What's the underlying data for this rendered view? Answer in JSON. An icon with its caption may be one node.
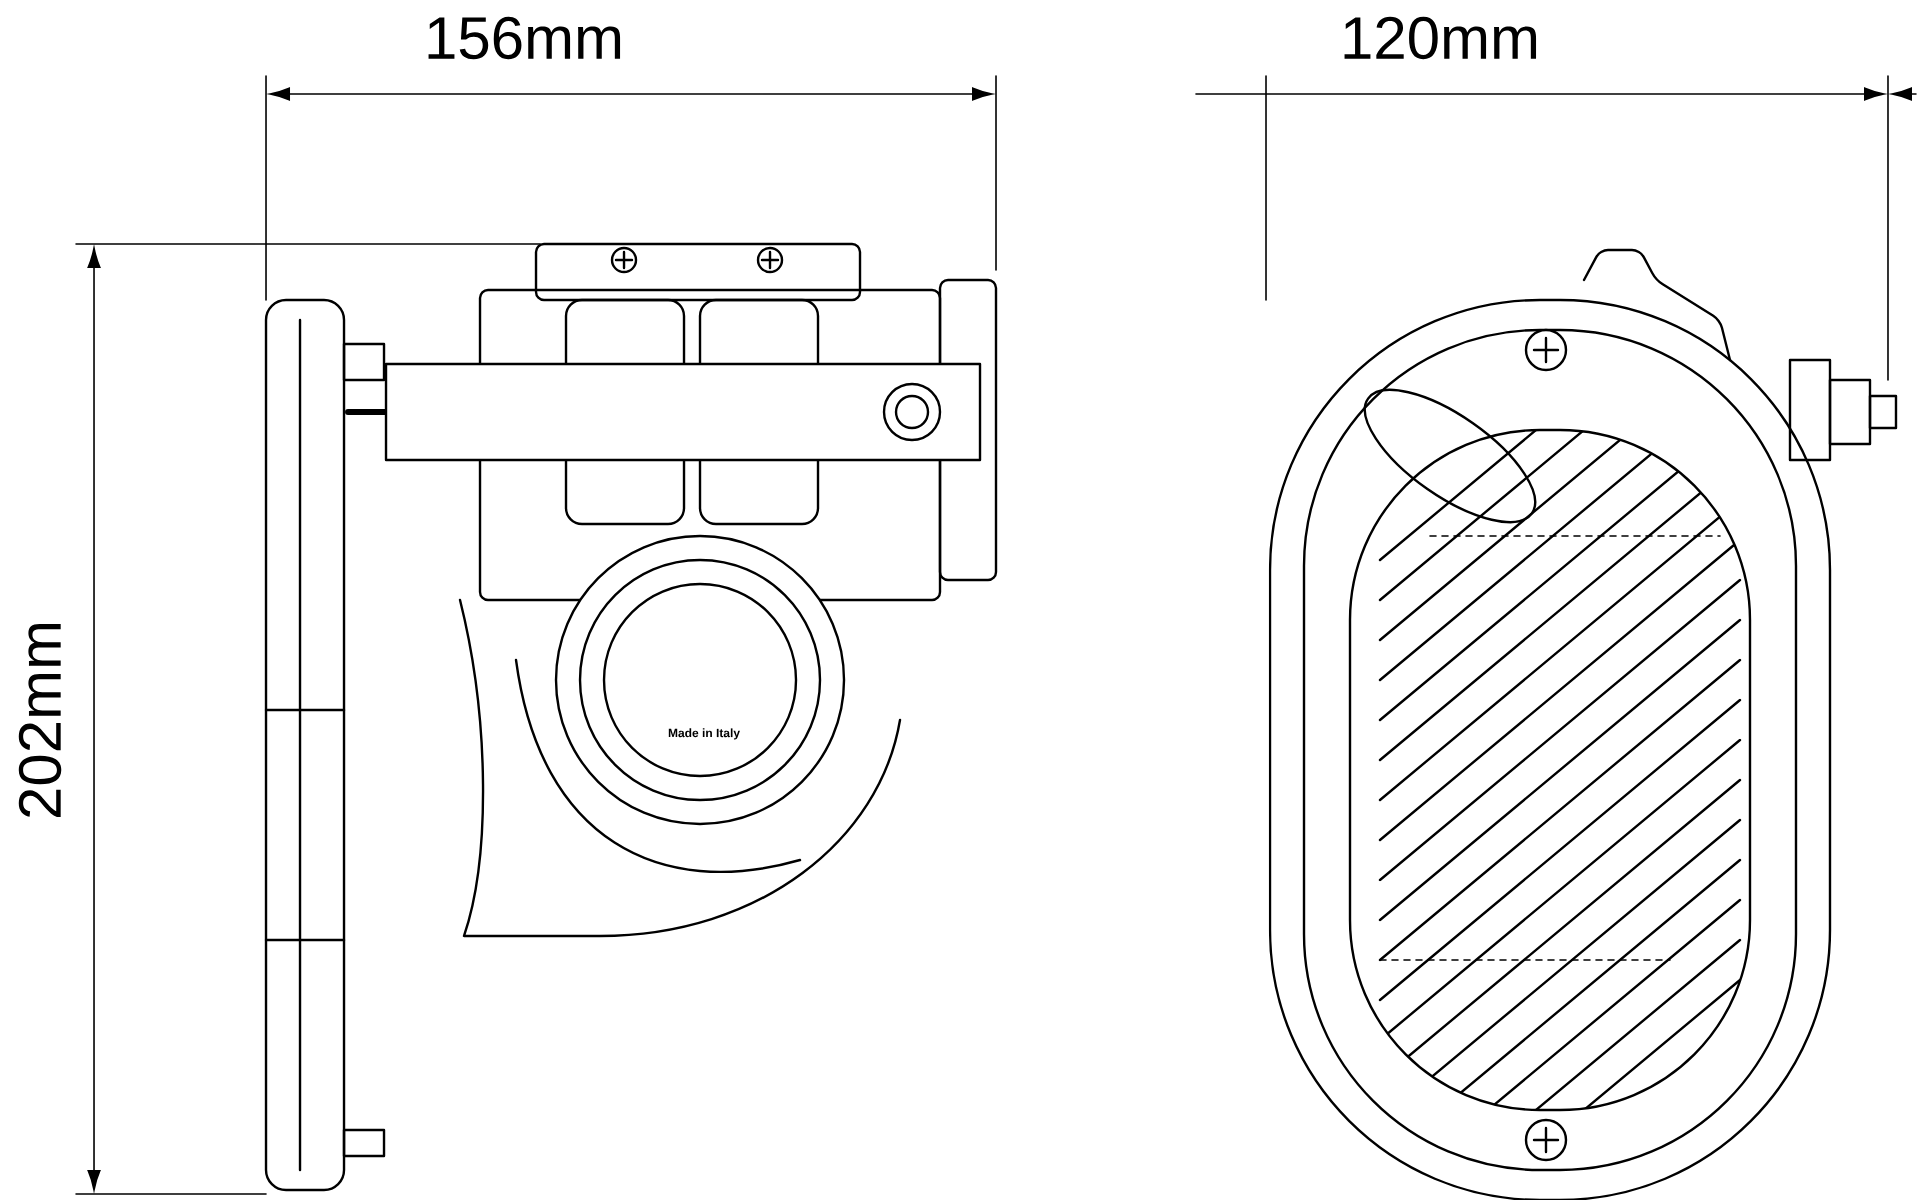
{
  "diagram": {
    "labels": [
      "156mm",
      "120mm",
      "202mm",
      "Made in Italy"
    ]
  }
}
